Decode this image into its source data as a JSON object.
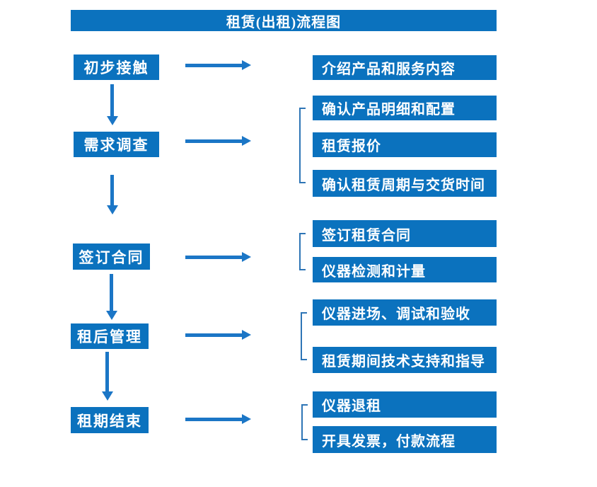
{
  "diagram": {
    "title": "租赁(出租)流程图",
    "type": "flowchart",
    "steps": [
      {
        "label": "初步接触",
        "details": [
          "介绍产品和服务内容"
        ]
      },
      {
        "label": "需求调查",
        "details": [
          "确认产品明细和配置",
          "租赁报价",
          "确认租赁周期与交货时间"
        ]
      },
      {
        "label": "签订合同",
        "details": [
          "签订租赁合同",
          "仪器检测和计量"
        ]
      },
      {
        "label": "租后管理",
        "details": [
          "仪器进场、调试和验收",
          "租赁期间技术支持和指导"
        ]
      },
      {
        "label": "租期结束",
        "details": [
          "仪器退租",
          "开具发票，付款流程"
        ]
      }
    ]
  },
  "colors": {
    "box_blue": "#0b72be",
    "arrow_blue": "#1b76c6",
    "bracket_blue": "#2e75b6",
    "text_white": "#ffffff",
    "background": "#ffffff"
  }
}
